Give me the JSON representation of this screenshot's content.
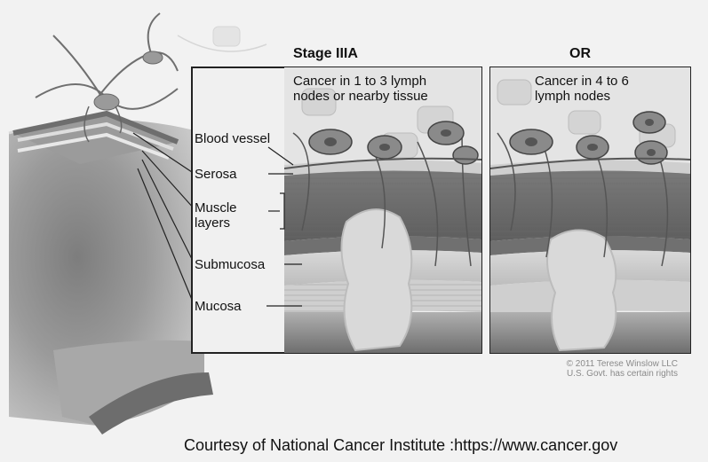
{
  "panel_a": {
    "title": "Stage IIIA",
    "caption_line1": "Cancer in 1 to 3 lymph",
    "caption_line2": "nodes or nearby tissue"
  },
  "panel_b": {
    "title": "OR",
    "caption_line1": "Cancer in 4 to 6",
    "caption_line2": "lymph nodes"
  },
  "labels": {
    "blood_vessel": "Blood vessel",
    "serosa": "Serosa",
    "muscle_line1": "Muscle",
    "muscle_line2": "layers",
    "submucosa": "Submucosa",
    "mucosa": "Mucosa"
  },
  "copyright": {
    "line1": "© 2011 Terese Winslow LLC",
    "line2": "U.S. Govt. has certain rights"
  },
  "credit": "Courtesy of National Cancer Institute :https://www.cancer.gov"
}
